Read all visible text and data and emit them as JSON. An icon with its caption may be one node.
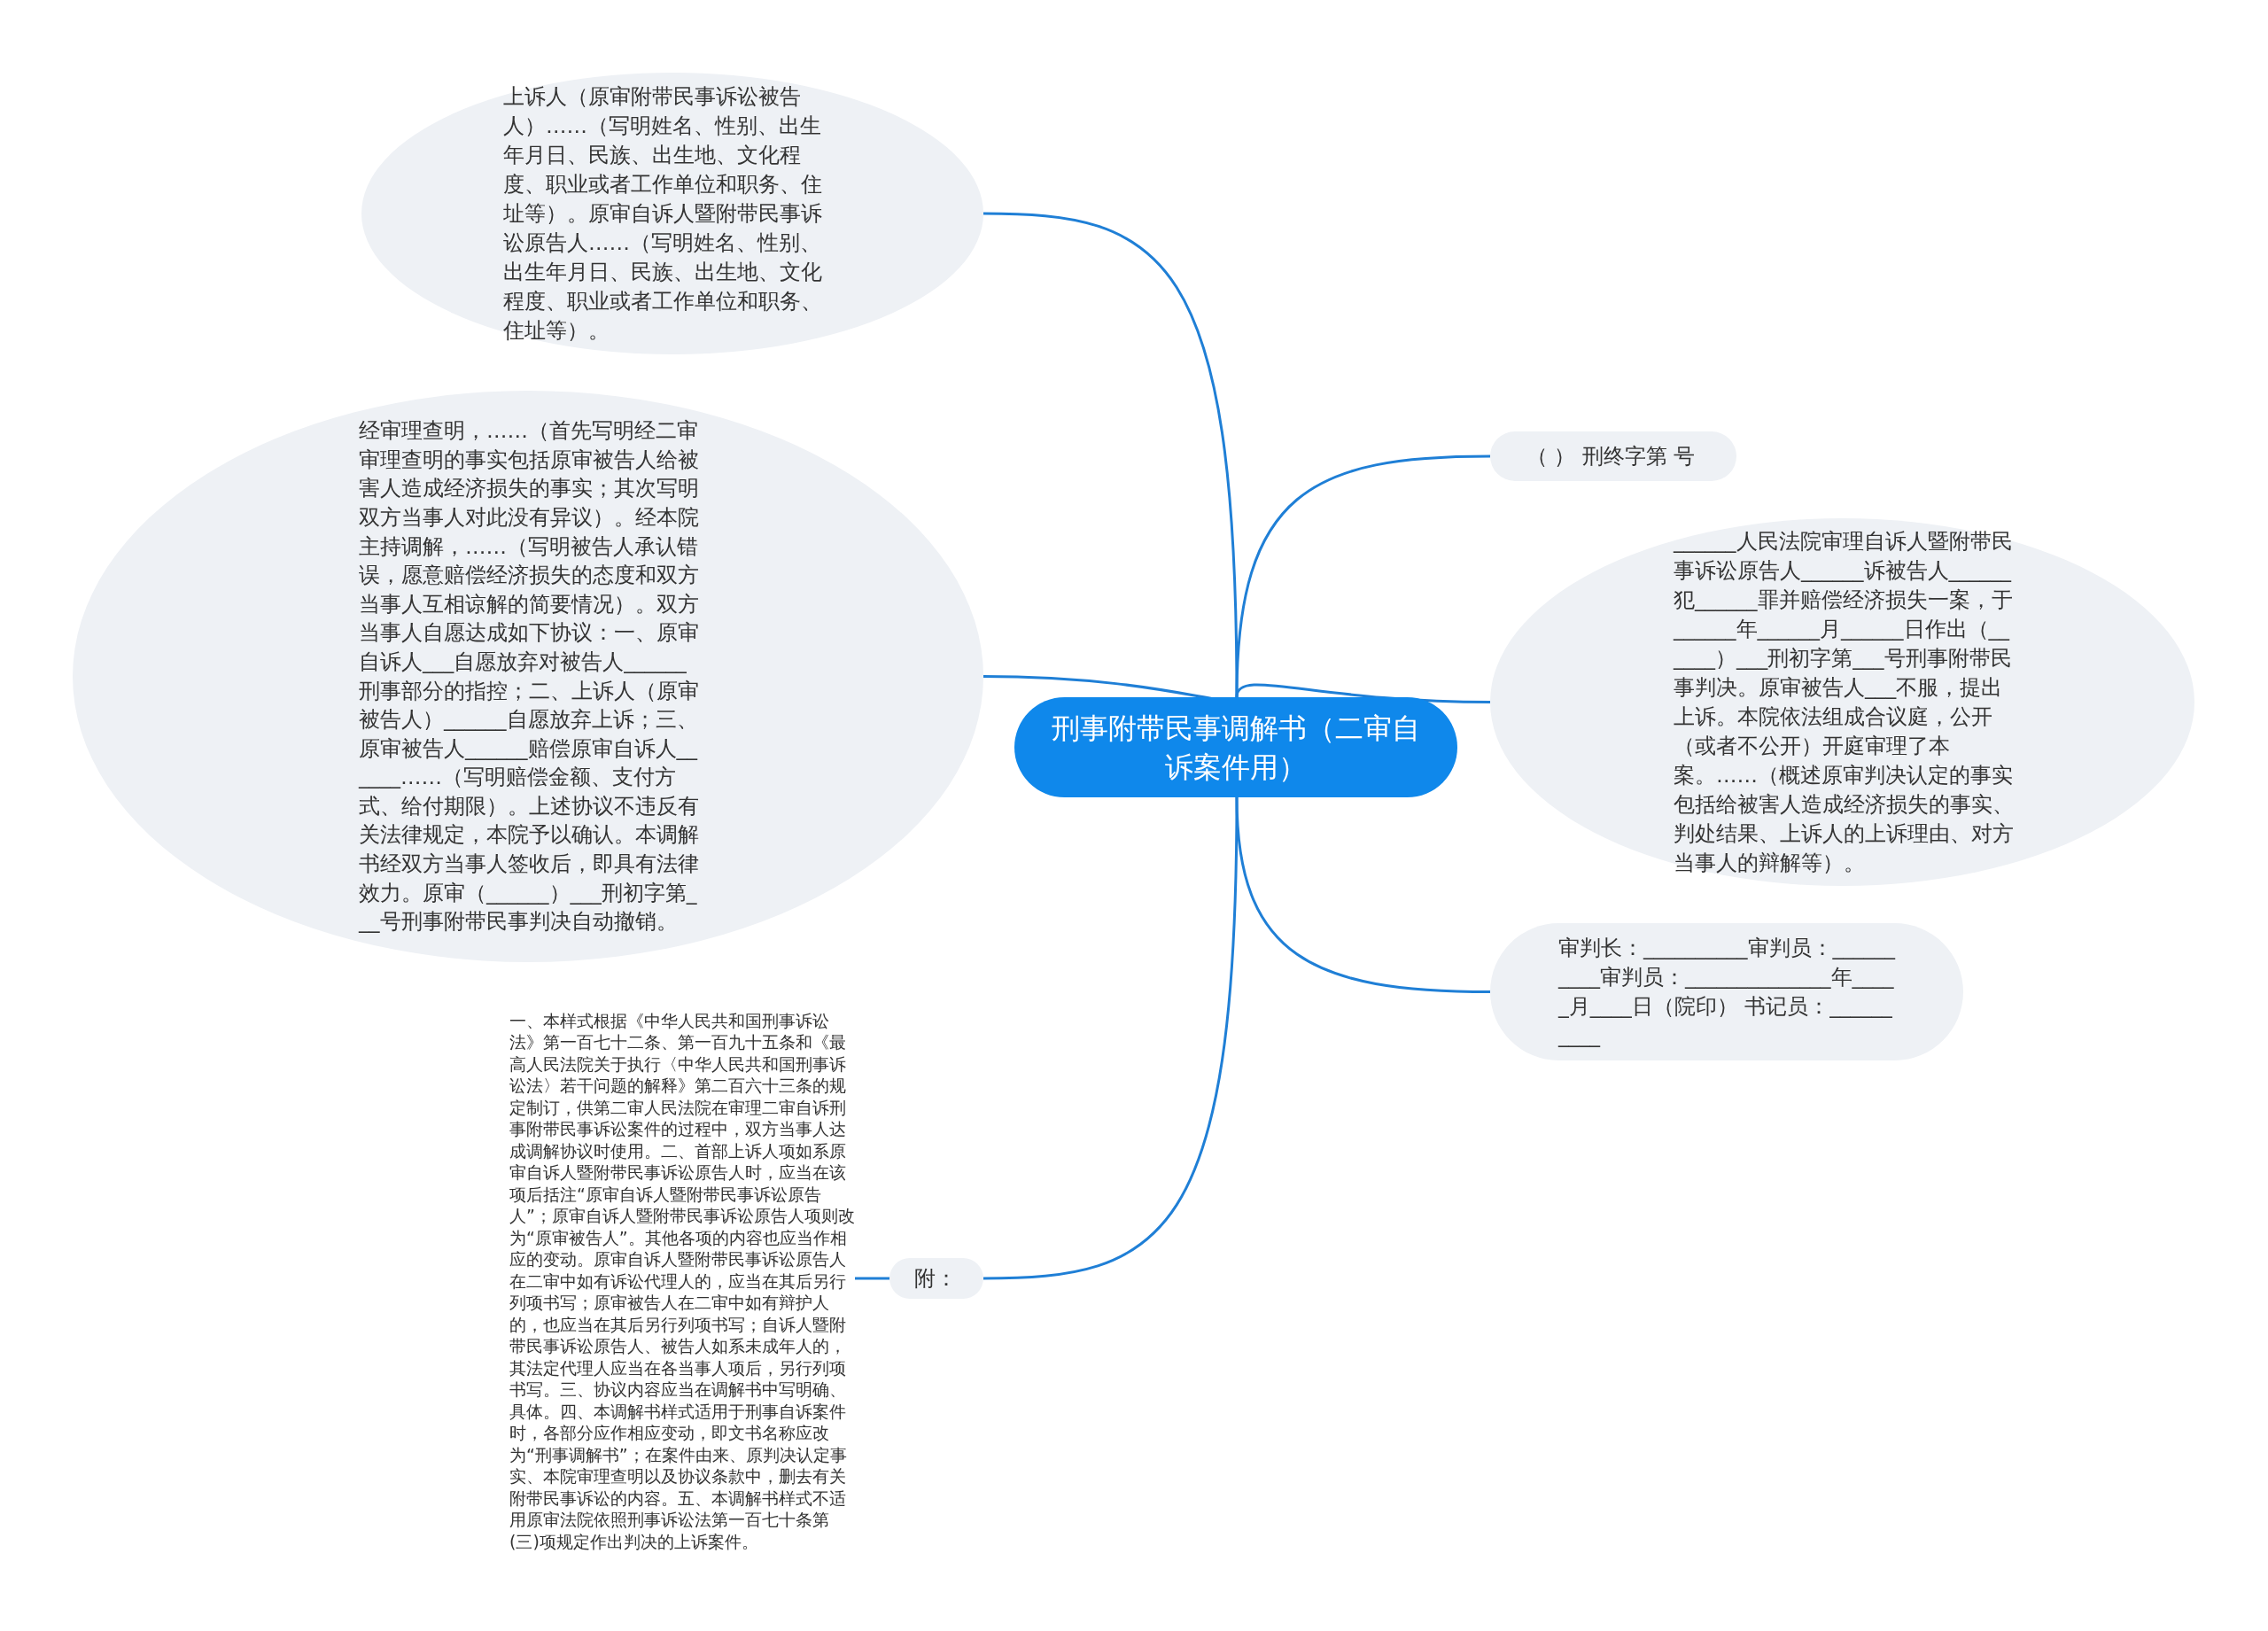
{
  "diagram": {
    "nodes": [
      {
        "text": [
          "刑事附带民事调解书（二审自诉案件用）"
        ]
      },
      {
        "text": [
          "上诉人（原审附带民事诉讼被告人）……（写明姓名、性别、出生年月日、民族、出生地、文化程度、职业或者工作单位和职务、住址等）。原审自诉人暨附带民事诉讼原告人……（写明姓名、性别、出生年月日、民族、出生地、文化程度、职业或者工作单位和职务、住址等）。"
        ]
      },
      {
        "text": [
          "经审理查明，……（首先写明经二审审理查明的事实包括原审被告人给被害人造成经济损失的事实；其次写明双方当事人对此没有异议）。经本院主持调解，……（写明被告人承认错误，愿意赔偿经济损失的态度和双方当事人互相谅解的简要情况）。双方当事人自愿达成如下协议：一、原审自诉人___自愿放弃对被告人______刑事部分的指控；二、上诉人（原审被告人）______自愿放弃上诉；三、原审被告人______赔偿原审自诉人______……（写明赔偿金额、支付方式、给付期限）。上述协议不违反有关法律规定，本院予以确认。本调解书经双方当事人签收后，即具有法律效力。原审（______）___刑初字第___号刑事附带民事判决自动撤销。"
        ]
      },
      {
        "text": [
          "附："
        ]
      },
      {
        "text": [
          "一、本样式根据《中华人民共和国刑事诉讼法》第一百七十二条、第一百九十五条和《最高人民法院关于执行〈中华人民共和国刑事诉讼法〉若干问题的解释》第二百六十三条的规定制订，供第二审人民法院在审理二审自诉刑事附带民事诉讼案件的过程中，双方当事人达成调解协议时使用。二、首部上诉人项如系原审自诉人暨附带民事诉讼原告人时，应当在该项后括注“原审自诉人暨附带民事诉讼原告人”；原审自诉人暨附带民事诉讼原告人项则改为“原审被告人”。其他各项的内容也应当作相应的变动。原审自诉人暨附带民事诉讼原告人在二审中如有诉讼代理人的，应当在其后另行列项书写；原审被告人在二审中如有辩护人的，也应当在其后另行列项书写；自诉人暨附带民事诉讼原告人、被告人如系未成年人的，其法定代理人应当在各当事人项后，另行列项书写。三、协议内容应当在调解书中写明确、具体。四、本调解书样式适用于刑事自诉案件时，各部分应作相应变动，即文书名称应改为“刑事调解书”；在案件由来、原判决认定事实、本院审理查明以及协议条款中，删去有关附带民事诉讼的内容。五、本调解书样式不适用原审法院依照刑事诉讼法第一百七十条第(三)项规定作出判决的上诉案件。"
        ]
      },
      {
        "text": [
          "（ ） 刑终字第 号"
        ]
      },
      {
        "text": [
          "______人民法院审理自诉人暨附带民事诉讼原告人______诉被告人______犯______罪并赔偿经济损失一案，于______年______月______日作出（______）___刑初字第___号刑事附带民事判决。原审被告人___不服，提出上诉。本院依法组成合议庭，公开（或者不公开）开庭审理了本案。……（概述原审判决认定的事实包括给被害人造成经济损失的事实、判处结果、上诉人的上诉理由、对方当事人的辩解等）。"
        ]
      },
      {
        "text": [
          "审判长：__________审判员：__________审判员：______________年_____月____日（院印） 书记员：__________"
        ]
      }
    ],
    "edges": [
      {
        "from": 0,
        "to": 1,
        "arrow": "none"
      },
      {
        "from": 0,
        "to": 2,
        "arrow": "none"
      },
      {
        "from": 0,
        "to": 3,
        "arrow": "none"
      },
      {
        "from": 3,
        "to": 4,
        "arrow": "none"
      },
      {
        "from": 0,
        "to": 5,
        "arrow": "none"
      },
      {
        "from": 0,
        "to": 6,
        "arrow": "none"
      },
      {
        "from": 0,
        "to": 7,
        "arrow": "none"
      }
    ]
  }
}
